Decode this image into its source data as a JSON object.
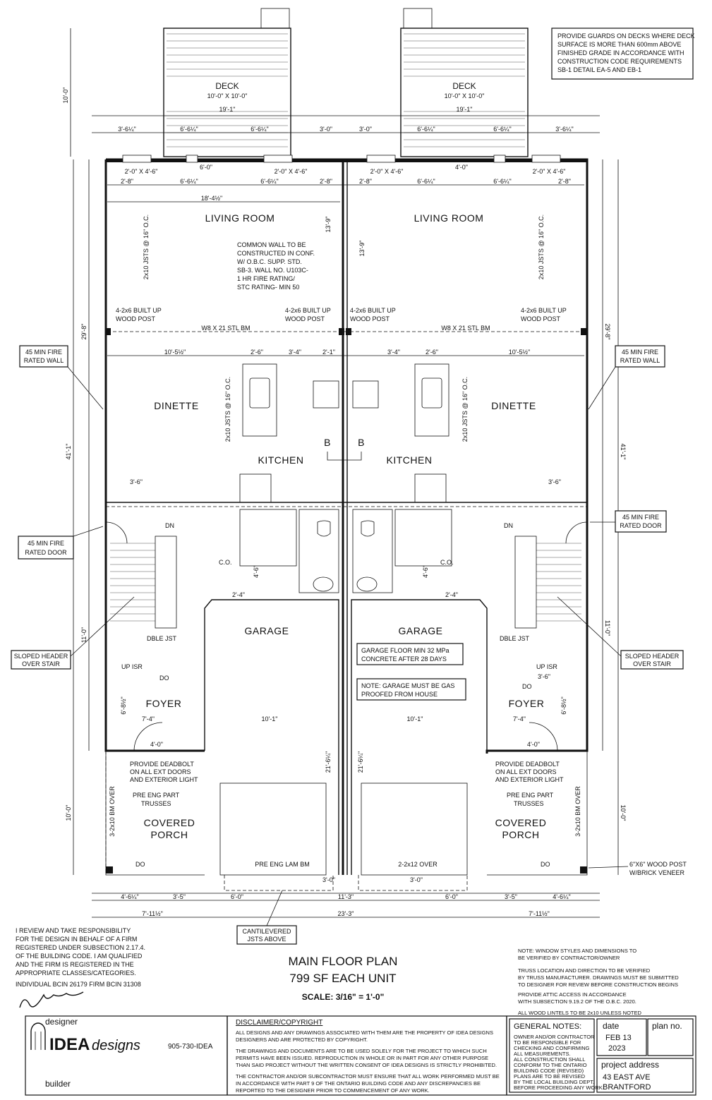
{
  "deck": {
    "title": "DECK",
    "size": "10'-0\" X 10'-0\"",
    "width_dim": "19'-1\"",
    "height_dim": "10'-0\""
  },
  "guards_note": [
    "PROVIDE GUARDS ON DECKS WHERE DECK",
    "SURFACE IS MORE THAN 600mm ABOVE",
    "FINISHED GRADE IN ACCORDANCE WITH",
    "CONSTRUCTION CODE REQUIREMENTS",
    "SB-1 DETAIL EA-5 AND EB-1"
  ],
  "top_dims": {
    "left": [
      "3'-6¼\"",
      "6'-6¼\"",
      "6'-6¼\"",
      "3'-0\""
    ],
    "right": [
      "3'-0\"",
      "6'-6¼\"",
      "6'-6¼\"",
      "3'-6¼\""
    ],
    "windows_left": [
      "2'-0\" X 4'-6\"",
      "6'-0\"",
      "2'-0\" X 4'-6\""
    ],
    "windows_right": [
      "2'-0\" X 4'-6\"",
      "4'-0\"",
      "2'-0\" X 4'-6\""
    ],
    "row2": [
      "2'-8\"",
      "6'-6¼\"",
      "6'-6¼\"",
      "2'-8\""
    ],
    "living_width": "18'-4½\""
  },
  "rooms": {
    "living": "LIVING ROOM",
    "dinette": "DINETTE",
    "kitchen": "KITCHEN",
    "garage": "GARAGE",
    "foyer": "FOYER",
    "porch_1": "COVERED",
    "porch_2": "PORCH"
  },
  "joists": "2x10 JSTS @ 16\" O.C.",
  "common_wall": [
    "COMMON WALL TO BE",
    "CONSTRUCTED IN CONF.",
    "W/ O.B.C. SUPP. STD.",
    "SB-3. WALL NO. U103C-",
    "1 HR FIRE RATING/",
    "STC RATING- MIN 50"
  ],
  "post_label": [
    "4-2x6 BUILT UP",
    "WOOD POST"
  ],
  "beam": "W8 X 21 STL BM",
  "side_labels": {
    "fire_wall": [
      "45 MIN FIRE",
      "RATED WALL"
    ],
    "fire_door": [
      "45 MIN FIRE",
      "RATED DOOR"
    ],
    "sloped_header": [
      "SLOPED HEADER",
      "OVER STAIR"
    ],
    "wood_post": [
      "6\"X6\" WOOD POST",
      "W/BRICK VENEER"
    ]
  },
  "side_dims": {
    "dim_29_8": "29'-8\"",
    "dim_41_1": "41'-1\"",
    "dim_11_0": "11'-0\"",
    "dim_10_0": "10'-0\"",
    "dim_13_9": "13'-9\"",
    "dim_21_6": "21'-6¼\""
  },
  "dinette_dims": [
    "10'-5½\"",
    "2'-6\"",
    "3'-4\"",
    "2'-1\""
  ],
  "misc_labels": {
    "b_marker": "B",
    "dble_jst": "DBLE JST",
    "up_isr": "UP ISR",
    "dn": "DN",
    "do": "DO",
    "co": "C.O.",
    "truss": [
      "PRE ENG PART",
      "TRUSSES"
    ],
    "deadbolt": [
      "PROVIDE DEADBOLT",
      "ON ALL EXT DOORS",
      "AND EXTERIOR LIGHT"
    ],
    "bm_over": "3-2x10 BM OVER",
    "lam_bm": "PRE ENG LAM BM",
    "over_2x12": "2-2x12 OVER",
    "dim_10_1": "10'-1\"",
    "dim_3_6": "3'-6\"",
    "dim_7_4": "7'-4\"",
    "dim_4_0": "4'-0\"",
    "dim_6_8": "6'-8½\"",
    "dim_2_4": "2'-4\"",
    "dim_4_6": "4'-6\""
  },
  "garage_notes": {
    "floor": [
      "GARAGE FLOOR MIN 32 MPa",
      "CONCRETE AFTER 28 DAYS"
    ],
    "gas": [
      "NOTE: GARAGE MUST BE GAS",
      "PROOFED FROM HOUSE"
    ]
  },
  "bottom_dims": {
    "row1": [
      "4'-6¼\"",
      "3'-5\"",
      "6'-0\"",
      "11'-3\"",
      "6'-0\"",
      "3'-5\"",
      "4'-6¼\""
    ],
    "row2": [
      "7'-11½\"",
      "23'-3\"",
      "7'-11½\""
    ],
    "cantilever_dims": [
      "3'-0\"",
      "3'-0\""
    ]
  },
  "cantilevered": [
    "CANTILEVERED",
    "JSTS ABOVE"
  ],
  "responsibility": [
    "I REVIEW AND TAKE RESPONSIBILITY",
    "FOR THE DESIGN IN BEHALF OF A FIRM",
    "REGISTERED UNDER SUBSECTION 2.17.4.",
    "OF THE BUILDING CODE. I AM QUALIFIED",
    "AND THE FIRM IS REGISTERED IN THE",
    "APPROPRIATE CLASSES/CATEGORIES."
  ],
  "bcin": "INDIVIDUAL BCIN 26179   FIRM BCIN 31308",
  "plan_title": {
    "title": "MAIN FLOOR PLAN",
    "sf": "799 SF EACH UNIT",
    "scale": "SCALE: 3/16\" = 1'-0\""
  },
  "right_notes": [
    "NOTE: WINDOW STYLES AND DIMENSIONS TO",
    "BE VERIFIED BY CONTRACTOR/OWNER",
    "TRUSS LOCATION AND DIRECTION TO BE VERIFIED",
    "BY TRUSS MANUFACTURER. DRAWINGS MUST BE SUBMITTED",
    "TO DESIGNER FOR REVIEW BEFORE CONSTRUCTION BEGINS",
    "PROVIDE ATTIC ACCESS IN ACCORDANCE",
    "WITH SUBSECTION 9.19.2 OF THE O.B.C. 2020.",
    "ALL WOOD LINTELS TO BE 2x10 UNLESS NOTED"
  ],
  "title_block": {
    "designer_label": "designer",
    "firm_main": "IDEA",
    "firm_sub": "designs",
    "phone": "905-730-IDEA",
    "builder_label": "builder",
    "disclaimer_title": "DISCLAIMER/COPYRIGHT",
    "disclaimer": [
      "ALL DESIGNS AND ANY DRAWINGS ASSOCIATED WITH THEM ARE THE PROPERTY OF IDEA DESIGNS",
      "DESIGNERS AND ARE PROTECTED BY COPYRIGHT.",
      "THE DRAWINGS AND DOCUMENTS ARE TO BE USED SOLELY FOR THE PROJECT TO WHICH SUCH",
      "PERMITS HAVE BEEN ISSUED. REPRODUCTION IN WHOLE OR IN PART FOR ANY OTHER PURPOSE",
      "THAN SAID PROJECT WITHOUT THE WRITTEN CONSENT OF IDEA DESIGNS IS STRICTLY PROHIBITED.",
      "THE CONTRACTOR AND/OR SUBCONTRACTOR MUST ENSURE THAT ALL WORK PERFORMED MUST BE",
      "IN ACCORDANCE WITH PART 9 OF THE ONTARIO BUILDING CODE AND ANY DISCREPANCIES BE",
      "REPORTED TO THE DESIGNER PRIOR TO COMMENCEMENT OF ANY WORK."
    ],
    "general_notes_title": "GENERAL NOTES:",
    "general_notes": [
      "OWNER AND/OR CONTRACTOR",
      "TO BE RESPONSIBLE FOR",
      "CHECKING AND CONFIRMING",
      "ALL MEASUREMENTS.",
      "ALL CONSTRUCTION SHALL",
      "CONFORM TO THE ONTARIO",
      "BUILDING CODE (REVISED)",
      "PLANS ARE TO BE REVISED",
      "BY THE LOCAL BUILDING DEPT.",
      "BEFORE PROCEEDING ANY WORK."
    ],
    "date_label": "date",
    "date_1": "FEB 13",
    "date_2": "2023",
    "plan_no_label": "plan no.",
    "project_label": "project address",
    "address_1": "43 EAST AVE",
    "address_2": "BRANTFORD"
  }
}
